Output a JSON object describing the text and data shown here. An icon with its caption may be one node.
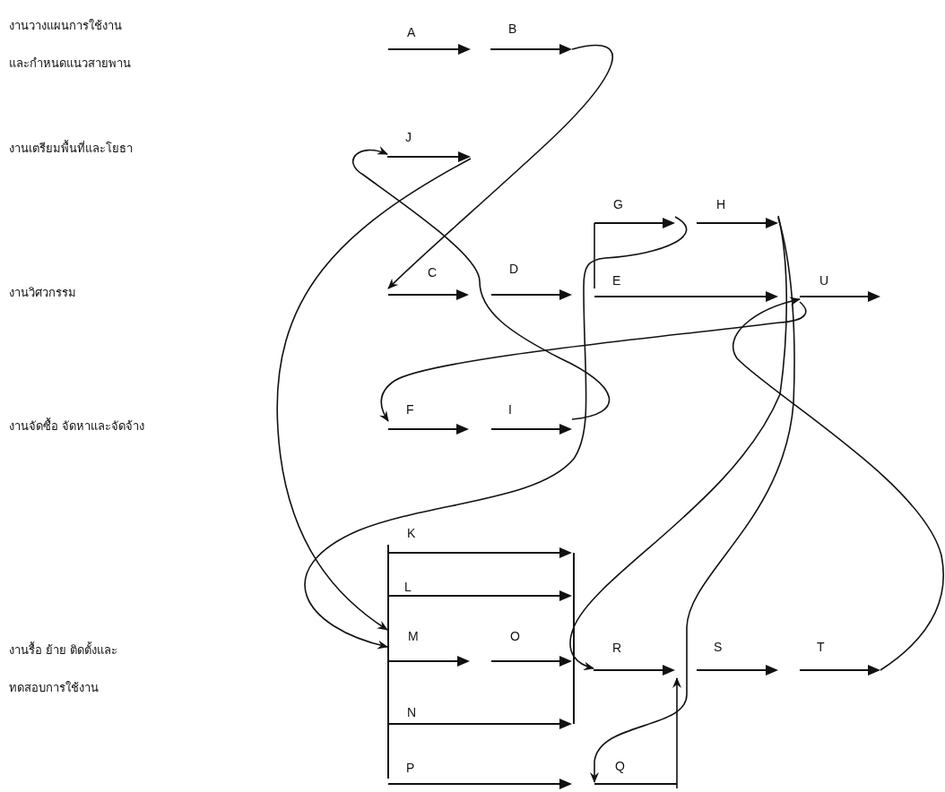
{
  "diagram": {
    "nodes": [
      {
        "text": [
          "A"
        ]
      },
      {
        "text": [
          "B"
        ]
      },
      {
        "text": [
          "J"
        ]
      },
      {
        "text": [
          "G"
        ]
      },
      {
        "text": [
          "H"
        ]
      },
      {
        "text": [
          "C"
        ]
      },
      {
        "text": [
          "D"
        ]
      },
      {
        "text": [
          "E"
        ]
      },
      {
        "text": [
          "U"
        ]
      },
      {
        "text": [
          "F"
        ]
      },
      {
        "text": [
          "I"
        ]
      },
      {
        "text": [],
        "shape": "bar"
      },
      {
        "text": [],
        "shape": "bar"
      },
      {
        "text": [
          "K"
        ]
      },
      {
        "text": [
          "L"
        ]
      },
      {
        "text": [
          "M"
        ]
      },
      {
        "text": [
          "O"
        ]
      },
      {
        "text": [
          "R"
        ]
      },
      {
        "text": [
          "S"
        ]
      },
      {
        "text": [
          "T"
        ]
      },
      {
        "text": [
          "N"
        ]
      },
      {
        "text": [
          "P"
        ]
      },
      {
        "text": [
          "Q"
        ]
      }
    ],
    "edges": [
      {
        "from": 1,
        "to": 5,
        "arrow": "to"
      },
      {
        "from": 10,
        "to": 2,
        "arrow": "to"
      },
      {
        "from": 2,
        "to": 11,
        "arrow": "to"
      },
      {
        "from": 3,
        "to": 11,
        "arrow": "to"
      },
      {
        "from": 8,
        "to": 9,
        "arrow": "to"
      },
      {
        "from": 19,
        "to": 8,
        "arrow": "to"
      },
      {
        "from": 4,
        "to": 17,
        "arrow": "to"
      },
      {
        "from": 4,
        "to": 22,
        "arrow": "to"
      },
      {
        "from": 7,
        "to": 3,
        "arrow": "none"
      },
      {
        "from": 22,
        "to": 17,
        "arrow": "to"
      }
    ],
    "labels": [
      "งานวางแผนการใช้งานและกำหนดแนวสายพาน",
      "งานเตรียมพื้นที่และโยธา",
      "งานวิศวกรรม",
      "งานจัดซื้อ จัดหาและจัดจ้าง",
      "งานรื้อ ย้าย ติดตั้งและทดสอบการใช้งาน"
    ]
  }
}
